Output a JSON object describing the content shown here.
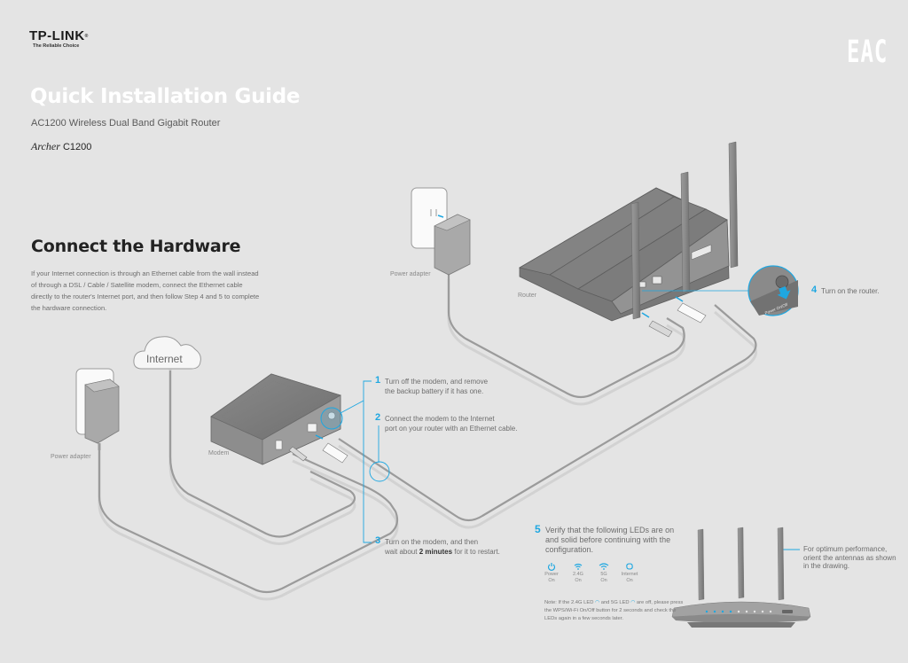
{
  "header": {
    "brand_name": "TP-LINK",
    "brand_registered": "®",
    "brand_tagline": "The Reliable Choice",
    "certification_mark": "EAC"
  },
  "cover": {
    "title": "Quick Installation Guide",
    "subtitle": "AC1200 Wireless Dual Band Gigabit Router",
    "model_script": "Archer",
    "model_number": "C1200"
  },
  "section": {
    "title": "Connect the Hardware",
    "intro": "If your Internet connection is through an Ethernet cable from the wall instead of through a DSL / Cable / Satellite modem, connect the Ethernet cable directly to the router's Internet port, and then follow Step 4 and 5 to complete the hardware connection."
  },
  "diagram_labels": {
    "cloud": "Internet",
    "modem": "Modem",
    "router": "Router",
    "power_adapter_modem": "Power adapter",
    "power_adapter_router": "Power adapter",
    "router_button_label": "Power On/Off"
  },
  "steps": [
    {
      "number": "1",
      "line1": "Turn off the modem, and remove",
      "line2": "the backup battery if it has one."
    },
    {
      "number": "2",
      "line1": "Connect the modem to the Internet",
      "line2": "port on your router with an Ethernet cable."
    },
    {
      "number": "3",
      "line1": "Turn on the modem, and then",
      "line2_pre": "wait about ",
      "line2_bold": "2 minutes",
      "line2_post": " for it to restart."
    },
    {
      "number": "4",
      "text": "Turn on the router."
    },
    {
      "number": "5",
      "line1": "Verify that the following LEDs are on",
      "line2": "and solid before continuing with the",
      "line3": "configuration."
    }
  ],
  "leds": [
    {
      "icon": "power-icon",
      "name": "Power",
      "state": "On"
    },
    {
      "icon": "wifi-icon",
      "name": "2.4G",
      "state": "On"
    },
    {
      "icon": "wifi-icon",
      "name": "5G",
      "state": "On"
    },
    {
      "icon": "internet-icon",
      "name": "Internet",
      "state": "On"
    }
  ],
  "note": {
    "part1": "Note: If the 2.4G LED ",
    "part2": " and 5G LED ",
    "part3": " are off, please press the WPS/Wi-Fi On/Off button for 2 seconds and check the LEDs again in a few seconds later."
  },
  "antenna_tip": "For optimum performance, orient the antennas as shown in the drawing.",
  "colors": {
    "background": "#e4e4e4",
    "accent": "#1ea7e1",
    "device_gray": "#8a8a8a",
    "title_white": "#ffffff"
  }
}
